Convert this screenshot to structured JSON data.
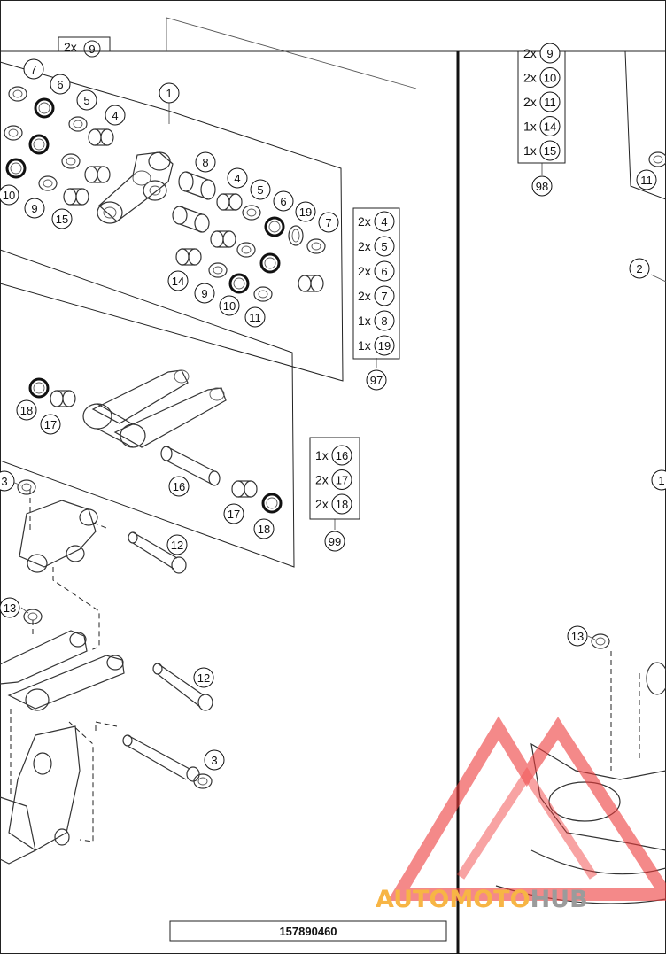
{
  "callouts": {
    "c1": "1",
    "c2": "2",
    "c3": "3",
    "c4": "4",
    "c5": "5",
    "c6": "6",
    "c7": "7",
    "c8": "8",
    "c9": "9",
    "c10": "10",
    "c11": "11",
    "c12": "12",
    "c13": "13",
    "c14": "14",
    "c15": "15",
    "c16": "16",
    "c17": "17",
    "c18": "18",
    "c19": "19",
    "c97": "97",
    "c98": "98",
    "c99": "99"
  },
  "kit97": [
    {
      "qty": "2x",
      "part": "4"
    },
    {
      "qty": "2x",
      "part": "5"
    },
    {
      "qty": "2x",
      "part": "6"
    },
    {
      "qty": "2x",
      "part": "7"
    },
    {
      "qty": "1x",
      "part": "8"
    },
    {
      "qty": "1x",
      "part": "19"
    }
  ],
  "kit98": [
    {
      "qty": "2x",
      "part": "9"
    },
    {
      "qty": "2x",
      "part": "10"
    },
    {
      "qty": "2x",
      "part": "11"
    },
    {
      "qty": "1x",
      "part": "14"
    },
    {
      "qty": "1x",
      "part": "15"
    }
  ],
  "kit99": [
    {
      "qty": "1x",
      "part": "16"
    },
    {
      "qty": "2x",
      "part": "17"
    },
    {
      "qty": "2x",
      "part": "18"
    }
  ],
  "top_kit_fragment": {
    "qty": "2x",
    "part": "9"
  },
  "drawing_number": "157890460",
  "watermark": {
    "part1": "AUTOMOTO",
    "part2": "HUB",
    "color1": "#f7b545",
    "color2": "#9b9b9b",
    "logo_color": "#ee3b3b"
  }
}
